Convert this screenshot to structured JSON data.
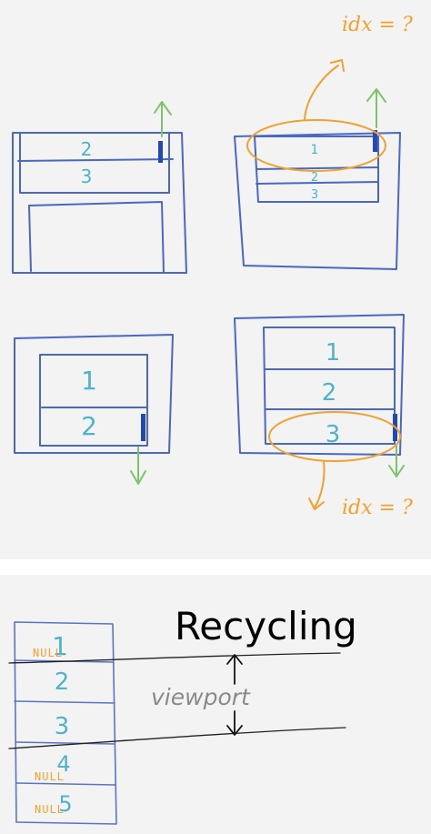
{
  "upper_panel": {
    "sketch_top_left": {
      "rows": [
        "2",
        "3"
      ]
    },
    "sketch_top_right": {
      "rows": [
        "1",
        "2",
        "3"
      ],
      "annotation": "idx = ?"
    },
    "sketch_bottom_left": {
      "rows": [
        "1",
        "2"
      ]
    },
    "sketch_bottom_right": {
      "rows": [
        "1",
        "2",
        "3"
      ],
      "annotation": "idx = ?"
    }
  },
  "recycling": {
    "title": "Recycling",
    "viewport_label": "viewport",
    "cells": [
      {
        "number": "1",
        "null_label": "NULL"
      },
      {
        "number": "2"
      },
      {
        "number": "3"
      },
      {
        "number": "4",
        "null_label": "NULL"
      },
      {
        "number": "5",
        "null_label": "NULL"
      }
    ]
  },
  "colors": {
    "list_outline": "#4a67c4",
    "row_number": "#4fb3cc",
    "scroll_arrow": "#7cc36a",
    "annotation": "#f0a22e",
    "background": "#f3f3f3"
  }
}
